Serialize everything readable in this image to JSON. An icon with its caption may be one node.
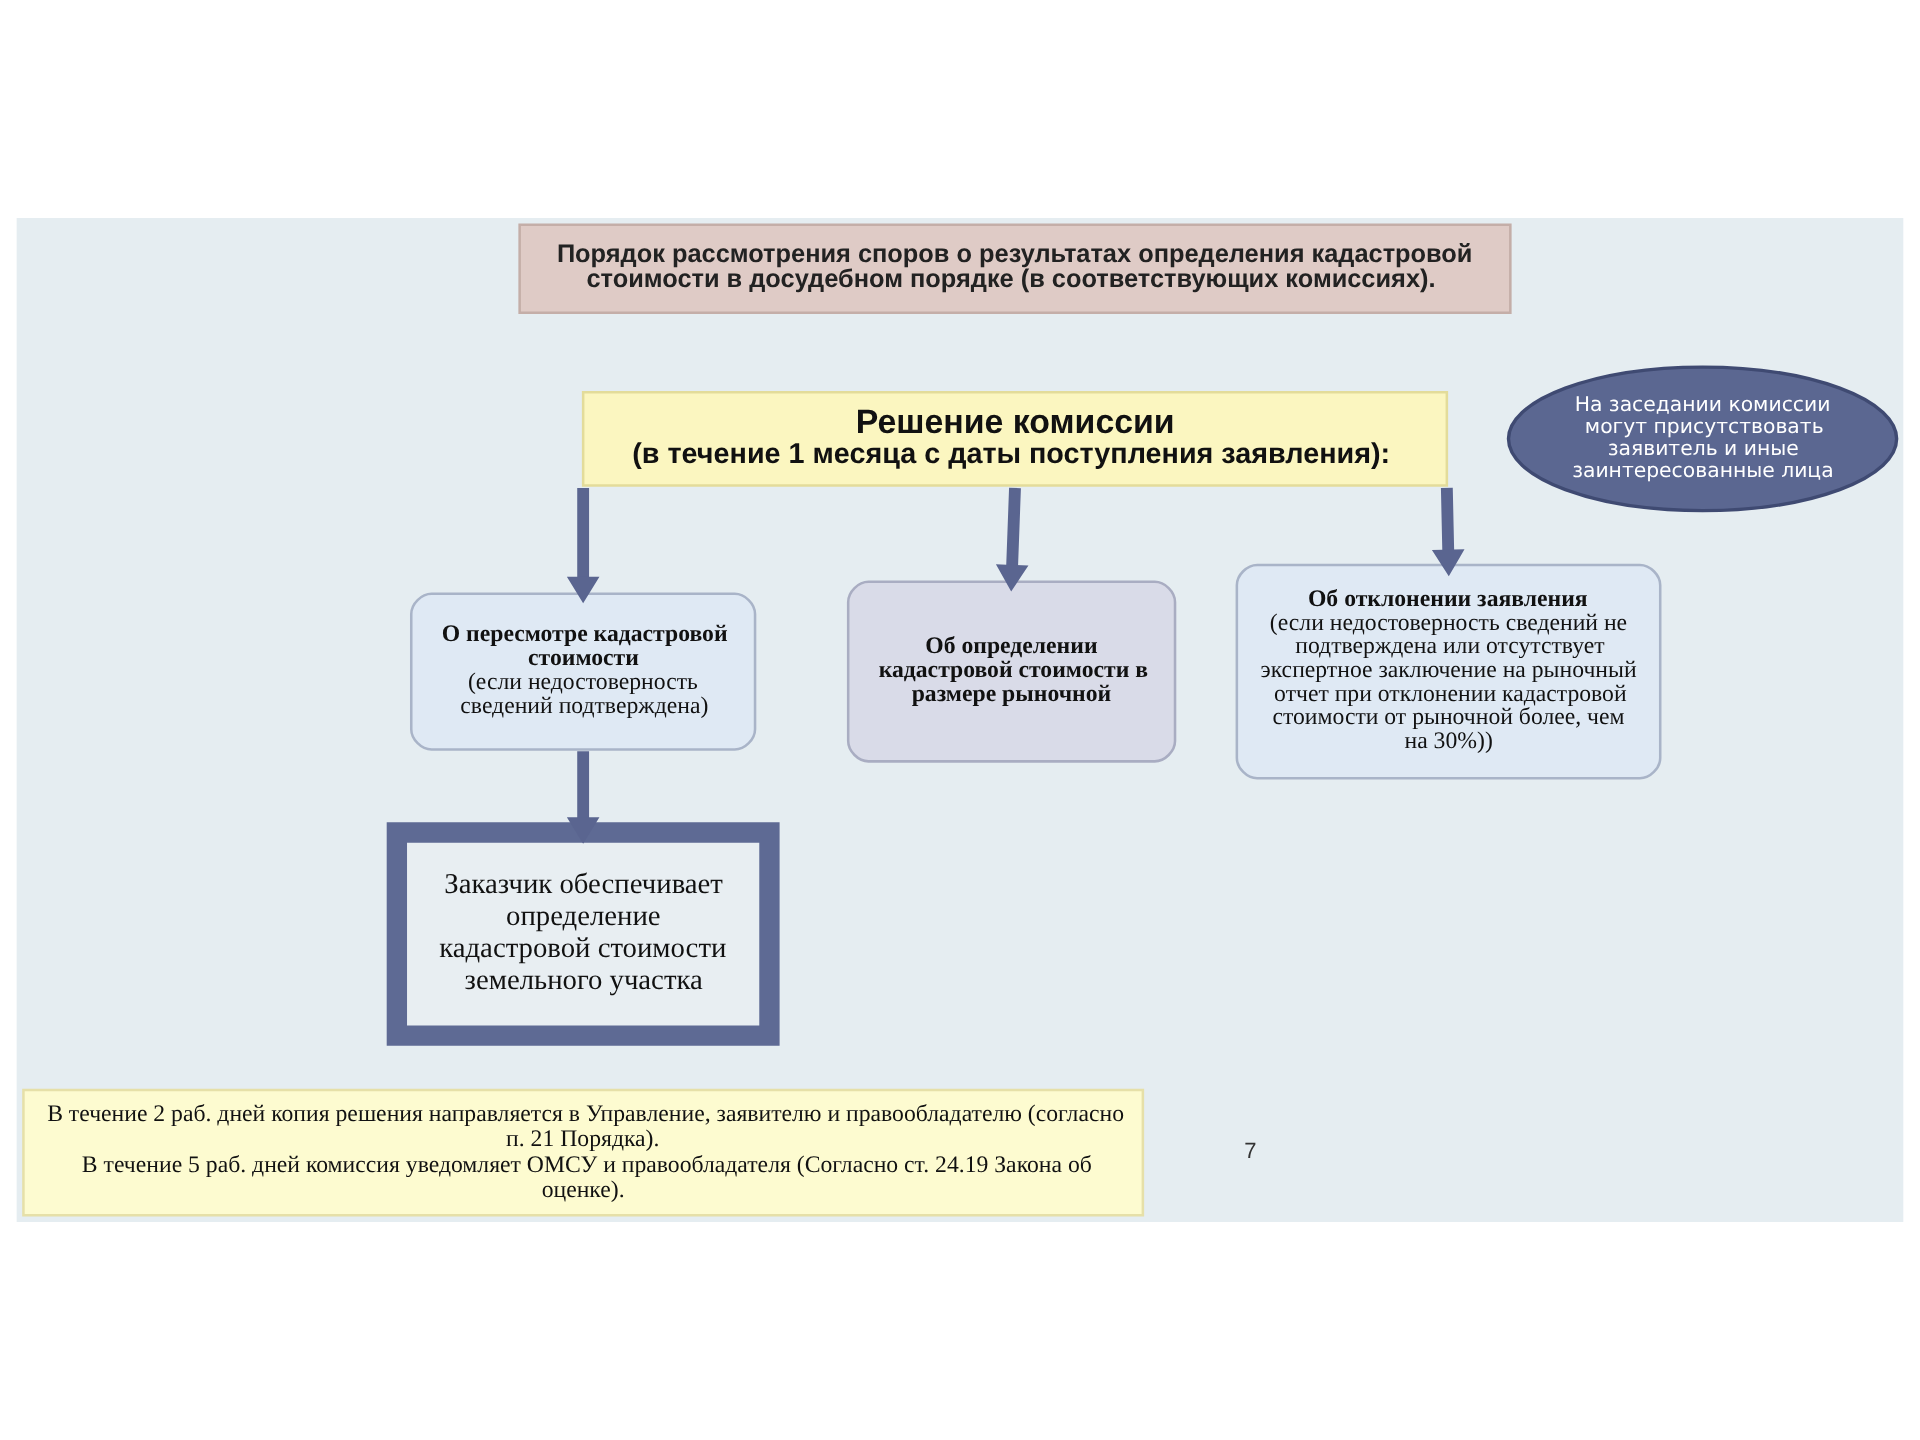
{
  "diagram": {
    "nodes": [
      {
        "text": [
          "Порядок рассмотрения споров о результатах определения кадастровой стоимости в досудебном порядке (в соответствующих комиссиях)."
        ]
      },
      {
        "text": [
          "Решение комиссии",
          "(в течение 1 месяца с даты поступления заявления):"
        ]
      },
      {
        "text": [
          "На заседании комиссии могут присутствовать заявитель и иные заинтересованные лица"
        ]
      },
      {
        "text": [
          "О пересмотре кадастровой стоимости",
          "(если недостоверность сведений подтверждена)"
        ]
      },
      {
        "text": [
          "Об определении кадастровой стоимости в размере рыночной"
        ]
      },
      {
        "text": [
          "Об отклонении заявления",
          "(если недостоверность сведений не подтверждена или отсутствует экспертное заключение на рыночный отчет при отклонении кадастровой стоимости от рыночной более, чем на 30%))"
        ]
      },
      {
        "text": [
          "Заказчик обеспечивает определение кадастровой стоимости земельного участка"
        ]
      },
      {
        "text": [
          "В течение 2 раб. дней копия решения направляется в Управление, заявителю и правообладателю (согласно п. 21 Порядка).",
          "В течение 5 раб. дней комиссия уведомляет ОМСУ и правообладателя (Согласно ст. 24.19 Закона об оценке)."
        ]
      }
    ],
    "edges": [
      {
        "from": 1,
        "to": 3,
        "arrow": "to"
      },
      {
        "from": 1,
        "to": 4,
        "arrow": "to"
      },
      {
        "from": 1,
        "to": 5,
        "arrow": "to"
      },
      {
        "from": 3,
        "to": 6,
        "arrow": "to"
      }
    ],
    "labels": [
      "7"
    ]
  }
}
